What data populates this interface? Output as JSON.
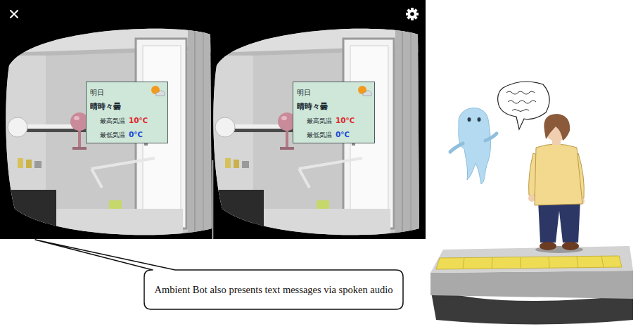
{
  "diagram": {
    "nodes": [
      {
        "text": [
          "明日",
          "晴時々曇",
          "最高気温",
          "10℃",
          "最低気温",
          "0℃"
        ]
      },
      {
        "text": [
          "明日",
          "晴時々曇",
          "最高気温",
          "10℃",
          "最低気温",
          "0℃"
        ]
      },
      {
        "text": [
          "Ambient Bot also presents text messages via spoken audio"
        ]
      }
    ]
  }
}
